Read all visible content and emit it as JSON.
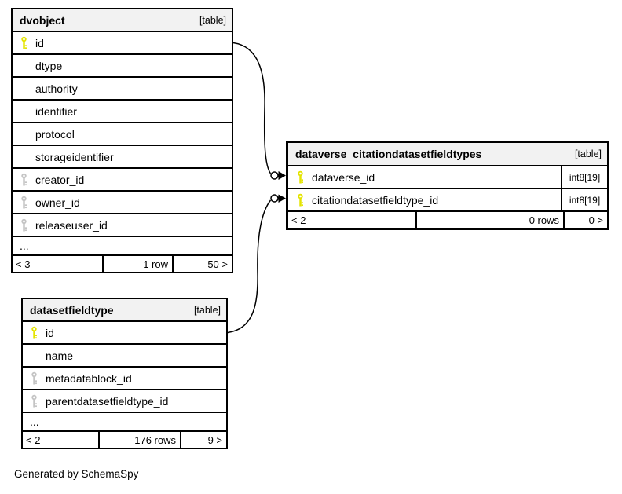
{
  "diagram": {
    "generated_by": "Generated by SchemaSpy"
  },
  "colors": {
    "background": "#ffffff",
    "table_border": "#000000",
    "header_bg": "#f2f2f2",
    "primary_key_icon": "#e4e400",
    "foreign_key_icon": "#c4c4c4",
    "connector": "#000000"
  },
  "icons": {
    "primary_key": "yellow-key-icon",
    "foreign_key": "gray-key-icon",
    "connector_end": "open-circle-with-arrowhead"
  },
  "tables": [
    {
      "name": "dvobject",
      "badge": "[table]",
      "columns": [
        {
          "name": "id",
          "key": "primary"
        },
        {
          "name": "dtype",
          "key": "none"
        },
        {
          "name": "authority",
          "key": "none"
        },
        {
          "name": "identifier",
          "key": "none"
        },
        {
          "name": "protocol",
          "key": "none"
        },
        {
          "name": "storageidentifier",
          "key": "none"
        },
        {
          "name": "creator_id",
          "key": "foreign"
        },
        {
          "name": "owner_id",
          "key": "foreign"
        },
        {
          "name": "releaseuser_id",
          "key": "foreign"
        }
      ],
      "ellipsis": "...",
      "footer": {
        "left": "< 3",
        "center": "1 row",
        "right": "50 >"
      }
    },
    {
      "name": "dataverse_citationdatasetfieldtypes",
      "badge": "[table]",
      "columns": [
        {
          "name": "dataverse_id",
          "key": "primary",
          "type": "int8[19]"
        },
        {
          "name": "citationdatasetfieldtype_id",
          "key": "primary",
          "type": "int8[19]"
        }
      ],
      "footer": {
        "left": "< 2",
        "center": "0 rows",
        "right": "0 >"
      }
    },
    {
      "name": "datasetfieldtype",
      "badge": "[table]",
      "columns": [
        {
          "name": "id",
          "key": "primary"
        },
        {
          "name": "name",
          "key": "none"
        },
        {
          "name": "metadatablock_id",
          "key": "foreign"
        },
        {
          "name": "parentdatasetfieldtype_id",
          "key": "foreign"
        }
      ],
      "ellipsis": "...",
      "footer": {
        "left": "< 2",
        "center": "176 rows",
        "right": "9 >"
      }
    }
  ],
  "relationships": [
    {
      "from": "dvobject.id",
      "to": "dataverse_citationdatasetfieldtypes.dataverse_id"
    },
    {
      "from": "datasetfieldtype.id",
      "to": "dataverse_citationdatasetfieldtypes.citationdatasetfieldtype_id"
    }
  ]
}
